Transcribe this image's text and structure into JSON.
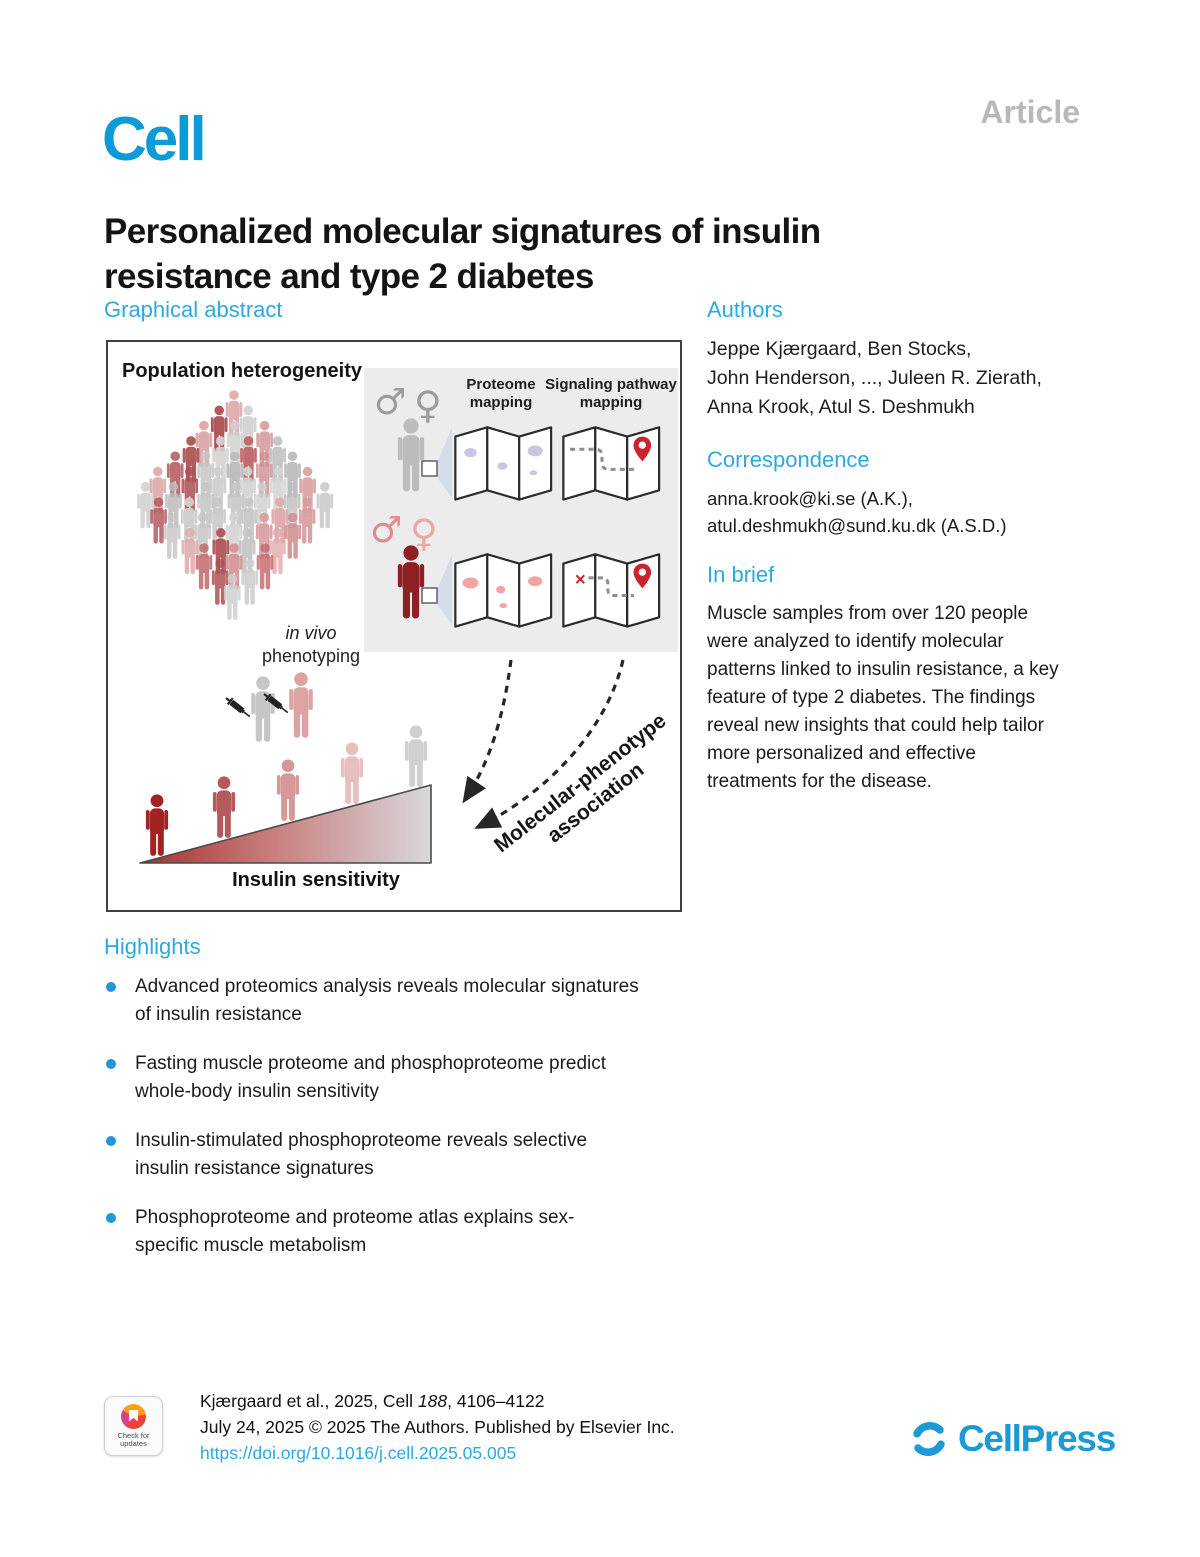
{
  "journal": {
    "logo": "Cell",
    "article_type": "Article",
    "publisher_wordmark": "CellPress"
  },
  "title": {
    "line1": "Personalized molecular signatures of insulin",
    "line2": "resistance and type 2 diabetes"
  },
  "sections": {
    "graphical_abstract": {
      "heading": "Graphical abstract"
    },
    "authors": {
      "heading": "Authors",
      "lines": [
        "Jeppe Kjærgaard, Ben Stocks,",
        "John Henderson, ..., Juleen R. Zierath,",
        "Anna Krook, Atul S. Deshmukh"
      ]
    },
    "correspondence": {
      "heading": "Correspondence",
      "lines": [
        "anna.krook@ki.se (A.K.),",
        "atul.deshmukh@sund.ku.dk (A.S.D.)"
      ]
    },
    "in_brief": {
      "heading": "In brief",
      "lines": [
        "Muscle samples from over 120 people",
        "were analyzed to identify molecular",
        "patterns linked to insulin resistance, a key",
        "feature of type 2 diabetes. The findings",
        "reveal new insights that could help tailor",
        "more personalized and effective",
        "treatments for the disease."
      ]
    },
    "highlights": {
      "heading": "Highlights",
      "items": [
        {
          "line1": "Advanced proteomics analysis reveals molecular signatures",
          "line2": "of insulin resistance"
        },
        {
          "line1": "Fasting muscle proteome and phosphoproteome predict",
          "line2": "whole-body insulin sensitivity"
        },
        {
          "line1": "Insulin-stimulated phosphoproteome reveals selective",
          "line2": "insulin resistance signatures"
        },
        {
          "line1": "Phosphoproteome and proteome atlas explains sex-",
          "line2": "specific muscle metabolism"
        }
      ]
    }
  },
  "figure": {
    "population_label": "Population heterogeneity",
    "male_symbol": "♂",
    "female_symbol": "♀",
    "proteome_label_line1": "Proteome",
    "proteome_label_line2": "mapping",
    "signaling_label_line1": "Signaling pathway",
    "signaling_label_line2": "mapping",
    "x_mark": "✕",
    "invivo_line1": "in vivo",
    "invivo_line2": "phenotyping",
    "xaxis_label": "Insulin sensitivity",
    "association_line1": "Molecular-phenotype",
    "association_line2": "association"
  },
  "footer": {
    "badge_line1": "Check for",
    "badge_line2": "updates",
    "citation_pre": "Kjærgaard et al., 2025, Cell ",
    "citation_volume": "188",
    "citation_post": ", 4106–4122",
    "copyright_line": "July 24, 2025 © 2025 The Authors. Published by Elsevier Inc.",
    "doi": "https://doi.org/10.1016/j.cell.2025.05.005"
  },
  "colors": {
    "accent_blue": "#2ba9e1",
    "cell_logo_blue": "#0c9bd8",
    "cellpress_blue": "#1c9ad6",
    "article_gray": "#b9b9b9",
    "dark_red": "#8d2022",
    "pin_red": "#c9252c",
    "panel_gray": "#ececec"
  }
}
